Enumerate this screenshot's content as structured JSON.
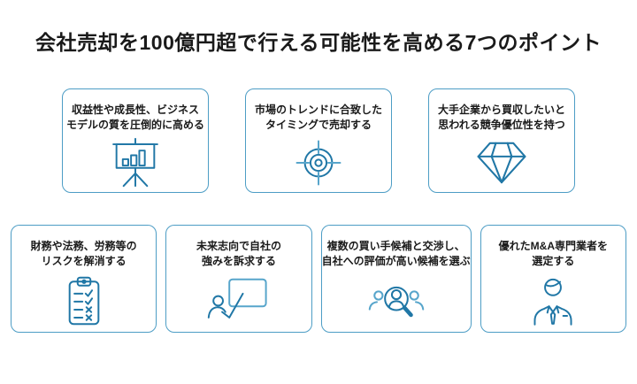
{
  "title": "会社売却を100億円超で行える可能性を高める7つのポイント",
  "colors": {
    "card_border": "#4d9dc5",
    "icon_primary": "#2077a6",
    "icon_secondary": "#57a5cb",
    "text": "#1a1a1a",
    "background": "#ffffff"
  },
  "top_row": {
    "cards": [
      {
        "id": "profitability",
        "line1": "収益性や成長性、ビジネス",
        "line2": "モデルの質を圧倒的に高める",
        "icon": "presentation-chart-icon"
      },
      {
        "id": "sale-timing",
        "line1": "市場のトレンドに合致した",
        "line2": "タイミングで売却する",
        "icon": "target-icon"
      },
      {
        "id": "competitive-advantage",
        "line1": "大手企業から買収したいと",
        "line2": "思われる競争優位性を持つ",
        "icon": "diamond-icon"
      }
    ]
  },
  "bottom_row": {
    "cards": [
      {
        "id": "risk-resolution",
        "line1": "財務や法務、労務等の",
        "line2": "リスクを解消する",
        "icon": "checklist-icon"
      },
      {
        "id": "future-appeal",
        "line1": "未来志向で自社の",
        "line2": "強みを訴求する",
        "icon": "presenter-board-icon"
      },
      {
        "id": "buyer-candidates",
        "line1": "複数の買い手候補と交渉し、",
        "line2": "自社への評価が高い候補を選ぶ",
        "icon": "people-magnifier-icon"
      },
      {
        "id": "ma-advisor",
        "line1": "優れたM&A専門業者を",
        "line2": "選定する",
        "icon": "businessman-icon"
      }
    ]
  }
}
